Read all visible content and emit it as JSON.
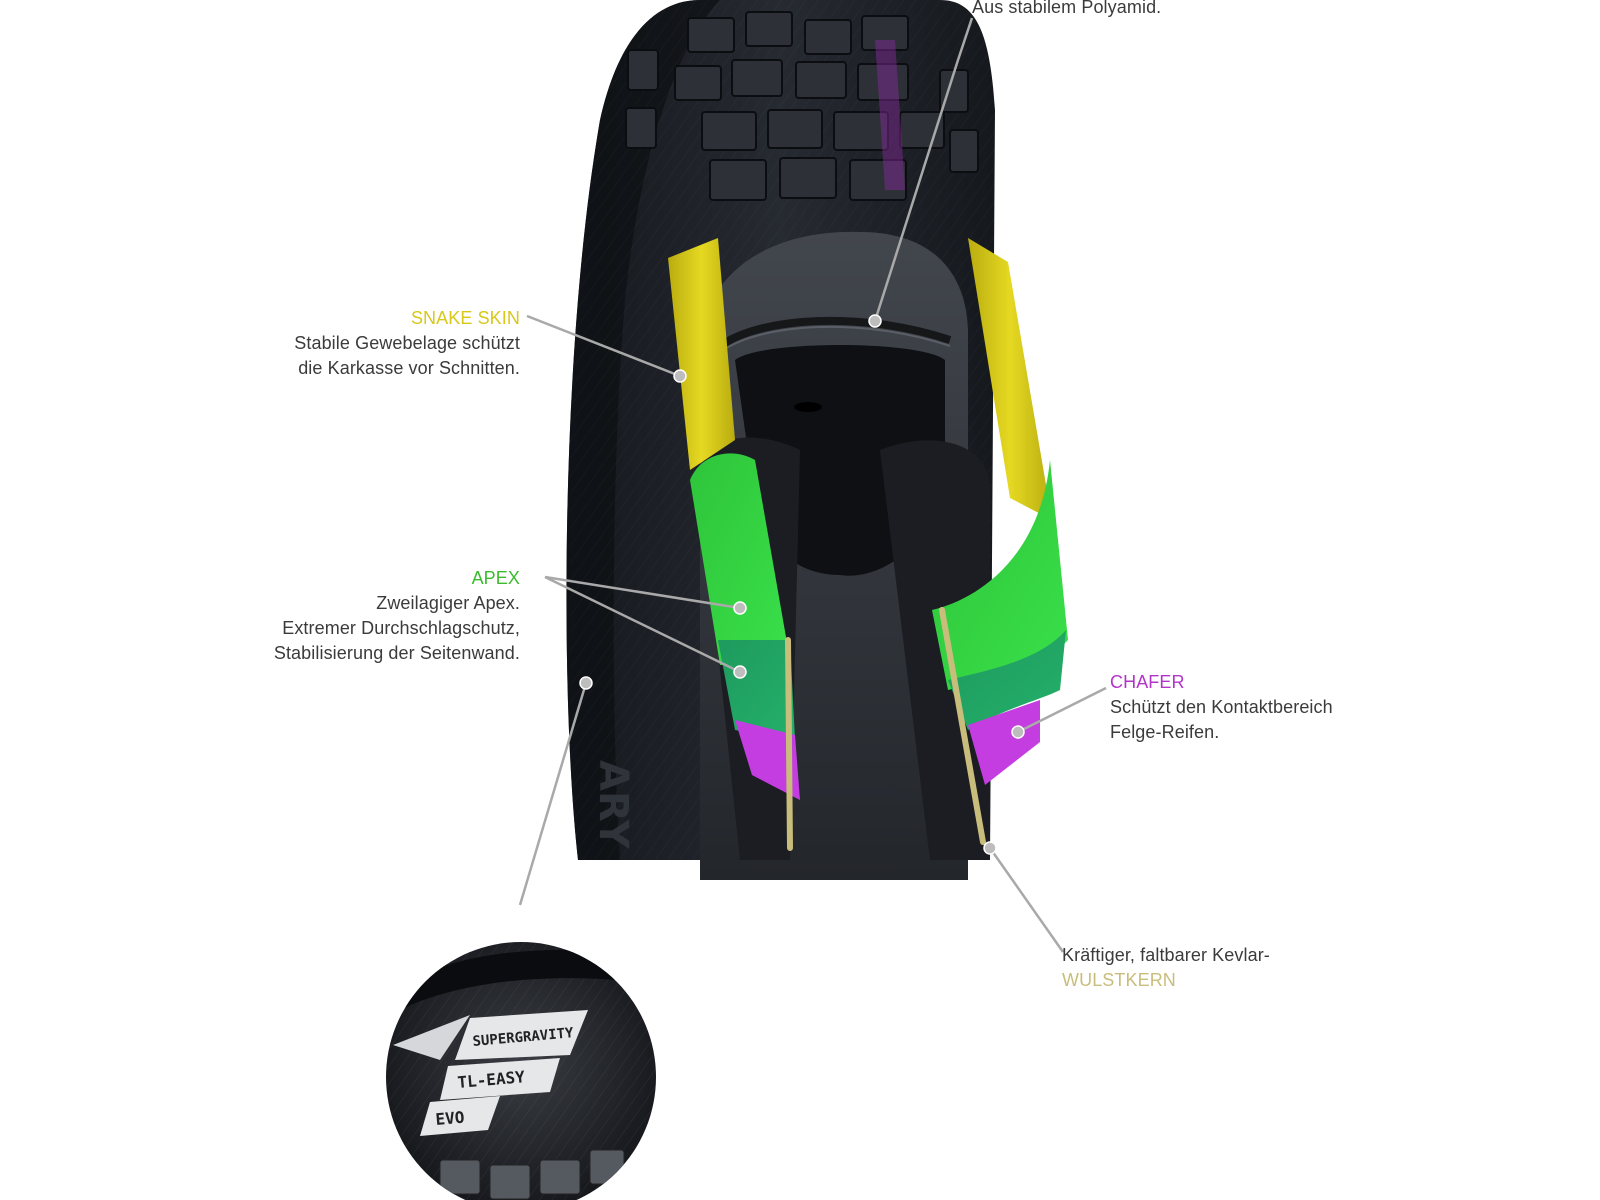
{
  "colors": {
    "snake_skin": "#e0d21c",
    "apex": "#3dbb2f",
    "chafer": "#b334c9",
    "bead": "#c9bd7c",
    "leader_line": "#a9a9a9",
    "text": "#3b3b3b"
  },
  "labels": {
    "casing": {
      "line1": "Aus stabilem Polyamid."
    },
    "snake_skin": {
      "title": "SNAKE SKIN",
      "line1": "Stabile Gewebelage schützt",
      "line2": "die Karkasse vor Schnitten."
    },
    "apex": {
      "title": "APEX",
      "line1": "Zweilagiger Apex.",
      "line2": "Extremer Durchschlagschutz,",
      "line3": "Stabilisierung der Seitenwand."
    },
    "chafer": {
      "title": "CHAFER",
      "line1": "Schützt den Kontaktbereich",
      "line2": "Felge-Reifen."
    },
    "bead": {
      "line1": "Kräftiger, faltbarer Kevlar-",
      "title": "WULSTKERN"
    }
  },
  "inset": {
    "badges": [
      "SUPERGRAVITY",
      "TL-EASY",
      "EVO"
    ]
  },
  "icons": {
    "tire": "tire-cutaway-illustration",
    "inset": "sidewall-closeup-badge-illustration"
  }
}
